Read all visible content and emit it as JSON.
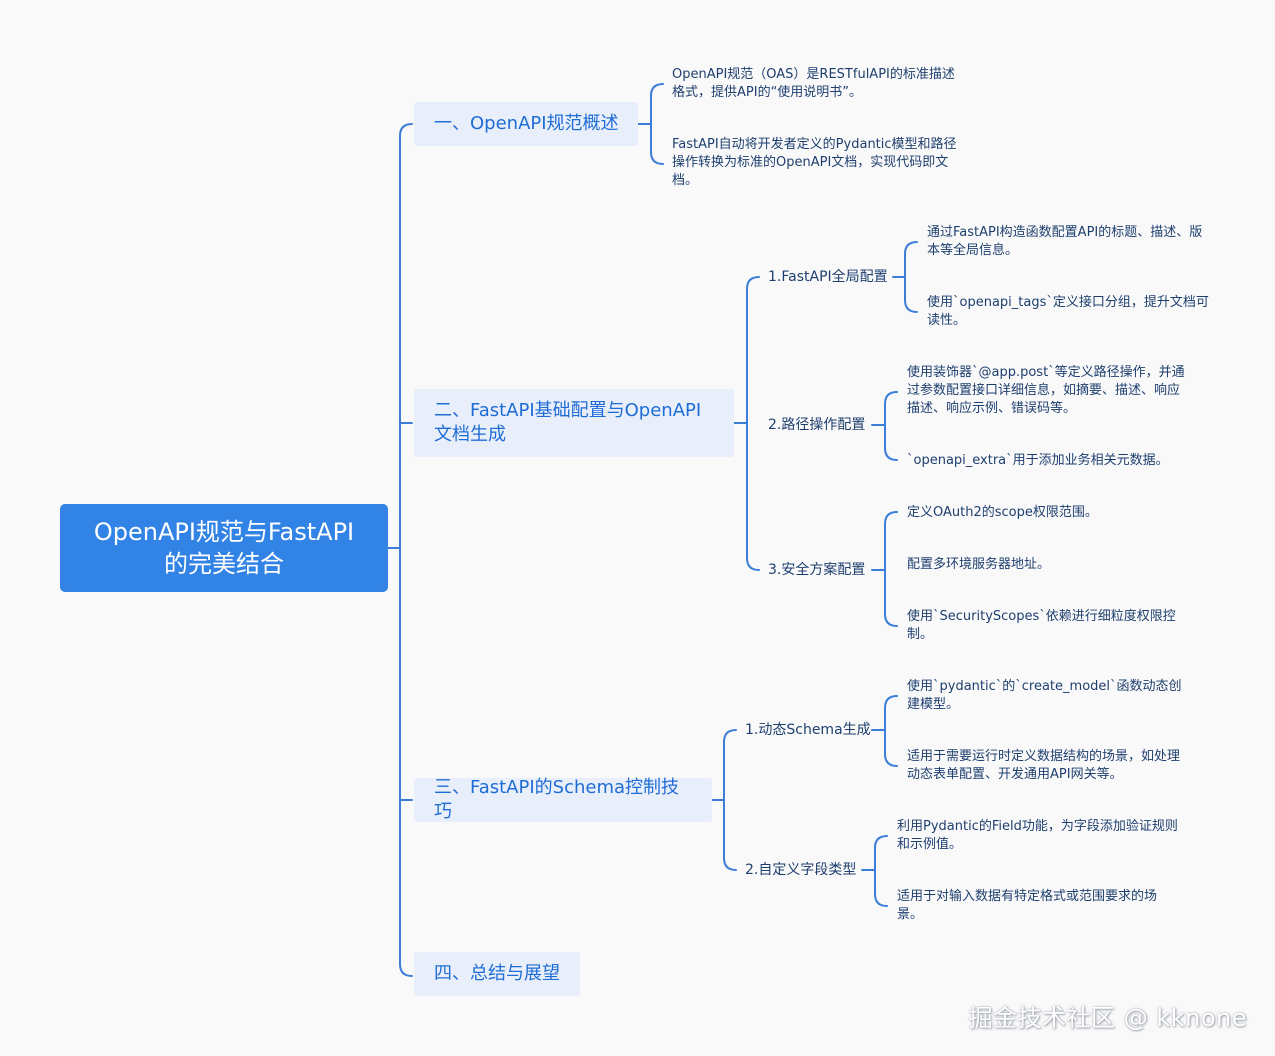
{
  "root": {
    "title": "OpenAPI规范与FastAPI的完美结合"
  },
  "sections": [
    {
      "title": "一、OpenAPI规范概述",
      "notes": [
        "OpenAPI规范（OAS）是RESTfulAPI的标准描述格式，提供API的“使用说明书”。",
        "FastAPI自动将开发者定义的Pydantic模型和路径操作转换为标准的OpenAPI文档，实现代码即文档。"
      ]
    },
    {
      "title": "二、FastAPI基础配置与OpenAPI文档生成",
      "subs": [
        {
          "title": "1.FastAPI全局配置",
          "notes": [
            "通过FastAPI构造函数配置API的标题、描述、版本等全局信息。",
            "使用`openapi_tags`定义接口分组，提升文档可读性。"
          ]
        },
        {
          "title": "2.路径操作配置",
          "notes": [
            "使用装饰器`@app.post`等定义路径操作，并通过参数配置接口详细信息，如摘要、描述、响应描述、响应示例、错误码等。",
            "`openapi_extra`用于添加业务相关元数据。"
          ]
        },
        {
          "title": "3.安全方案配置",
          "notes": [
            "定义OAuth2的scope权限范围。",
            "配置多环境服务器地址。",
            "使用`SecurityScopes`依赖进行细粒度权限控制。"
          ]
        }
      ]
    },
    {
      "title": "三、FastAPI的Schema控制技巧",
      "subs": [
        {
          "title": "1.动态Schema生成",
          "notes": [
            "使用`pydantic`的`create_model`函数动态创建模型。",
            "适用于需要运行时定义数据结构的场景，如处理动态表单配置、开发通用API网关等。"
          ]
        },
        {
          "title": "2.自定义字段类型",
          "notes": [
            "利用Pydantic的Field功能，为字段添加验证规则和示例值。",
            "适用于对输入数据有特定格式或范围要求的场景。"
          ]
        }
      ]
    },
    {
      "title": "四、总结与展望"
    }
  ],
  "watermark": "掘金技术社区 @ kknone",
  "colors": {
    "accent": "#3283e6",
    "line": "#3c7dd8",
    "branch_bg": "#e8effa",
    "branch_text": "#1f6cd6",
    "leaf_text": "#1e3f6e"
  }
}
